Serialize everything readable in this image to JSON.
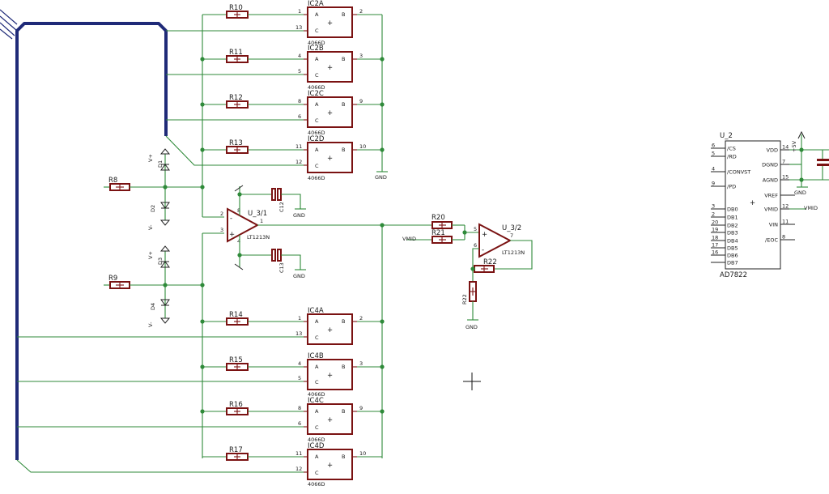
{
  "schematic": {
    "ic2": [
      {
        "ref": "IC2A",
        "type": "4066D",
        "pin_a": "1",
        "pin_c": "13",
        "pin_b": "2",
        "res": "R10"
      },
      {
        "ref": "IC2B",
        "type": "4066D",
        "pin_a": "4",
        "pin_c": "5",
        "pin_b": "3",
        "res": "R11"
      },
      {
        "ref": "IC2C",
        "type": "4066D",
        "pin_a": "8",
        "pin_c": "6",
        "pin_b": "9",
        "res": "R12"
      },
      {
        "ref": "IC2D",
        "type": "4066D",
        "pin_a": "11",
        "pin_c": "12",
        "pin_b": "10",
        "res": "R13"
      }
    ],
    "ic4": [
      {
        "ref": "IC4A",
        "type": "4066D",
        "pin_a": "1",
        "pin_c": "13",
        "pin_b": "2",
        "res": "R14"
      },
      {
        "ref": "IC4B",
        "type": "4066D",
        "pin_a": "4",
        "pin_c": "5",
        "pin_b": "3",
        "res": "R15"
      },
      {
        "ref": "IC4C",
        "type": "4066D",
        "pin_a": "8",
        "pin_c": "6",
        "pin_b": "9",
        "res": "R16"
      },
      {
        "ref": "IC4D",
        "type": "4066D",
        "pin_a": "11",
        "pin_c": "12",
        "pin_b": "10",
        "res": "R17"
      }
    ],
    "switch_letters": {
      "a": "A",
      "b": "B",
      "c": "C",
      "plus": "+"
    },
    "inputs": {
      "r8": "R8",
      "r9": "R9"
    },
    "diodes": {
      "d1": "D1",
      "d2": "D2",
      "d3": "D3",
      "d4": "D4",
      "vplus": "V+",
      "vminus": "V-"
    },
    "opamp1": {
      "ref": "U_3/1",
      "type": "LT1213N",
      "pin_in1": "2",
      "pin_in2": "3",
      "pin_out": "1",
      "pin_v8": "8",
      "pin_v4": "4",
      "vplus": "+",
      "vminus": "-"
    },
    "caps": {
      "c12": "C12",
      "c13": "C13"
    },
    "gnd": "GND",
    "stage2": {
      "r20": "R20",
      "r21": "R21",
      "r22a": "R22",
      "r22b": "R22",
      "vmid": "VMID"
    },
    "opamp2": {
      "ref": "U_3/2",
      "type": "LT1213N",
      "pin_in1": "5",
      "pin_in2": "6",
      "pin_out": "7"
    },
    "adc": {
      "ref": "U_2",
      "type": "AD7822",
      "left_pins": [
        {
          "num": "6",
          "name": "/CS"
        },
        {
          "num": "5",
          "name": "/RD"
        },
        {
          "num": "4",
          "name": "/CONVST"
        },
        {
          "num": "9",
          "name": "/PD"
        },
        {
          "num": "3",
          "name": "DB0"
        },
        {
          "num": "2",
          "name": "DB1"
        },
        {
          "num": "20",
          "name": "DB2"
        },
        {
          "num": "19",
          "name": "DB3"
        },
        {
          "num": "18",
          "name": "DB4"
        },
        {
          "num": "17",
          "name": "DB5"
        },
        {
          "num": "16",
          "name": "DB6"
        },
        {
          "num": "",
          "name": "DB7"
        }
      ],
      "right_pins": [
        {
          "num": "14",
          "name": "VDD"
        },
        {
          "num": "7",
          "name": "DGND"
        },
        {
          "num": "15",
          "name": "AGND"
        },
        {
          "num": "",
          "name": "VREF"
        },
        {
          "num": "12",
          "name": "VMID"
        },
        {
          "num": "11",
          "name": "VIN"
        },
        {
          "num": "8",
          "name": "/EOC"
        }
      ],
      "supply": "+5V",
      "vmid_net": "VMID",
      "gnd": "GND"
    }
  }
}
